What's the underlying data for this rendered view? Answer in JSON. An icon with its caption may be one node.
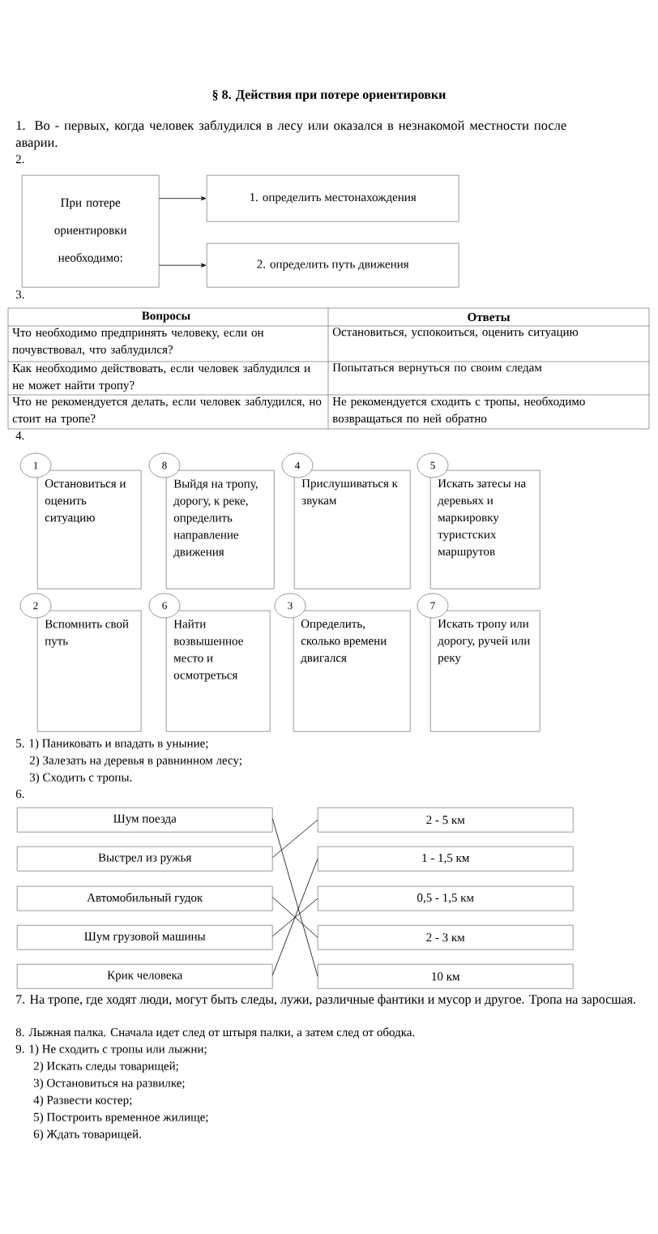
{
  "diagram": {
    "title": "§ 8. Действия при потере ориентировки",
    "nodes": [
      {
        "text": [
          "При потере ориентировки необходимо:"
        ]
      },
      {
        "text": [
          "1. определить местонахождения"
        ]
      },
      {
        "text": [
          "2. определить путь движения"
        ]
      },
      {
        "text": [
          "1"
        ]
      },
      {
        "text": [
          "Остановиться и оценить ситуацию"
        ]
      },
      {
        "text": [
          "8"
        ]
      },
      {
        "text": [
          "Выйдя на тропу, дорогу, к реке, определить направление движения"
        ]
      },
      {
        "text": [
          "4"
        ]
      },
      {
        "text": [
          "Прислушиваться к звукам"
        ]
      },
      {
        "text": [
          "5"
        ]
      },
      {
        "text": [
          "Искать затесы на деревьях и маркировку туристских маршрутов"
        ]
      },
      {
        "text": [
          "2"
        ]
      },
      {
        "text": [
          "Вспомнить свой путь"
        ]
      },
      {
        "text": [
          "6"
        ]
      },
      {
        "text": [
          "Найти возвышенное место и осмотреться"
        ]
      },
      {
        "text": [
          "3"
        ]
      },
      {
        "text": [
          "Определить, сколько времени двигался"
        ]
      },
      {
        "text": [
          "7"
        ]
      },
      {
        "text": [
          "Искать тропу или дорогу, ручей или реку"
        ]
      },
      {
        "text": [
          "Шум поезда"
        ]
      },
      {
        "text": [
          "Выстрел из ружья"
        ]
      },
      {
        "text": [
          "Автомобильный гудок"
        ]
      },
      {
        "text": [
          "Шум грузовой машины"
        ]
      },
      {
        "text": [
          "Крик человека"
        ]
      },
      {
        "text": [
          "2 - 5 км"
        ]
      },
      {
        "text": [
          "1 - 1,5 км"
        ]
      },
      {
        "text": [
          "0,5 - 1,5 км"
        ]
      },
      {
        "text": [
          "2 - 3 км"
        ]
      },
      {
        "text": [
          "10 км"
        ]
      }
    ],
    "edges": [
      {
        "from": 0,
        "to": 1,
        "arrow": "to"
      },
      {
        "from": 0,
        "to": 2,
        "arrow": "to"
      },
      {
        "from": 19,
        "to": 28,
        "arrow": "none"
      },
      {
        "from": 20,
        "to": 24,
        "arrow": "none"
      },
      {
        "from": 21,
        "to": 27,
        "arrow": "none"
      },
      {
        "from": 22,
        "to": 26,
        "arrow": "none"
      },
      {
        "from": 23,
        "to": 25,
        "arrow": "none"
      }
    ],
    "labels": [
      "1. Во - первых, когда человек заблудился в лесу или оказался в незнакомой местности после аварии.",
      "2.",
      "3.",
      "Вопросы",
      "Ответы",
      "Что необходимо предпринять человеку, если он почувствовал, что заблудился?",
      "Остановиться, успокоиться, оценить ситуацию",
      "Как необходимо действовать, если человек заблудился и не может найти тропу?",
      "Попытаться вернуться по своим следам",
      "Что не рекомендуется делать, если человек заблудился, но стоит на тропе?",
      "Не рекомендуется сходить с тропы, необходимо возвращаться по ней обратно",
      "4.",
      "5. 1) Паниковать и впадать в уныние;",
      "2) Залезать на деревья в равнинном лесу;",
      "3) Сходить с тропы.",
      "6.",
      "7. На тропе, где ходят люди, могут быть следы, лужи, различные фантики и мусор и другое. Тропа на заросшая.",
      "8. Лыжная палка. Сначала идет след от штыря палки, а затем след от ободка.",
      "9. 1) Не сходить с тропы или лыжни;",
      "2) Искать следы товарищей;",
      "3) Остановиться на развилке;",
      "4) Развести костер;",
      "5) Построить временное жилище;",
      "6) Ждать товарищей."
    ]
  }
}
